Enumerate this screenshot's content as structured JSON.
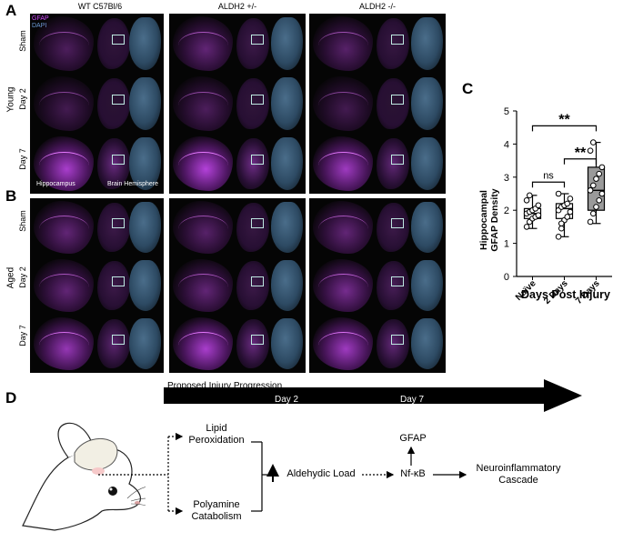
{
  "figure": {
    "panel_a": "A",
    "panel_b": "B",
    "panel_c": "C",
    "panel_d": "D",
    "columns": [
      "WT C57Bl/6",
      "ALDH2 +/-",
      "ALDH2 -/-"
    ],
    "legend": {
      "gfap": "GFAP",
      "dapi": "DAPI"
    },
    "rows": [
      "Sham",
      "Day 2",
      "Day 7"
    ],
    "group_young": "Young",
    "group_aged": "Aged",
    "micro_hippocampus": "Hippocampus",
    "micro_hemisphere": "Brain Hemisphere",
    "colors": {
      "gfap": "#d24cff",
      "dapi": "#3f6a93",
      "roi": "#bfe9e2"
    }
  },
  "chart_data": {
    "type": "box",
    "categories": [
      "Naïve",
      "2 Days",
      "7 Days"
    ],
    "ylabel_line1": "Hippocampal",
    "ylabel_line2": "GFAP Density",
    "xlabel": "Days Post Injury",
    "ylim": [
      0,
      5
    ],
    "yticks": [
      "0",
      "1",
      "2",
      "3",
      "4",
      "5"
    ],
    "boxes": [
      {
        "min": 1.45,
        "q1": 1.75,
        "median": 1.9,
        "q3": 2.05,
        "max": 2.45,
        "points": [
          1.5,
          1.65,
          1.75,
          1.8,
          1.85,
          1.9,
          1.95,
          2.0,
          2.05,
          2.15,
          2.3,
          2.45
        ]
      },
      {
        "min": 1.2,
        "q1": 1.75,
        "median": 2.05,
        "q3": 2.2,
        "max": 2.5,
        "points": [
          1.2,
          1.45,
          1.7,
          1.8,
          1.95,
          2.0,
          2.1,
          2.15,
          2.2,
          2.35,
          2.5,
          1.6
        ]
      },
      {
        "min": 1.6,
        "q1": 2.0,
        "median": 2.6,
        "q3": 3.3,
        "max": 4.05,
        "points": [
          1.65,
          1.9,
          2.1,
          2.3,
          2.5,
          2.6,
          2.75,
          2.95,
          3.1,
          3.3,
          3.8,
          4.05
        ]
      }
    ],
    "significance": [
      {
        "from": 0,
        "to": 1,
        "label": "ns"
      },
      {
        "from": 1,
        "to": 2,
        "label": "**"
      },
      {
        "from": 0,
        "to": 2,
        "label": "**"
      }
    ]
  },
  "progression": {
    "title": "Proposed Injury Progression",
    "day2": "Day 2",
    "day7": "Day 7"
  },
  "pathway": {
    "lipid": "Lipid\nPeroxidation",
    "polyamine": "Polyamine\nCatabolism",
    "aldehydic": "Aldehydic Load",
    "nfkb": "Nf-κB",
    "gfap": "GFAP",
    "neuro": "Neuroinflammatory\nCascade"
  }
}
